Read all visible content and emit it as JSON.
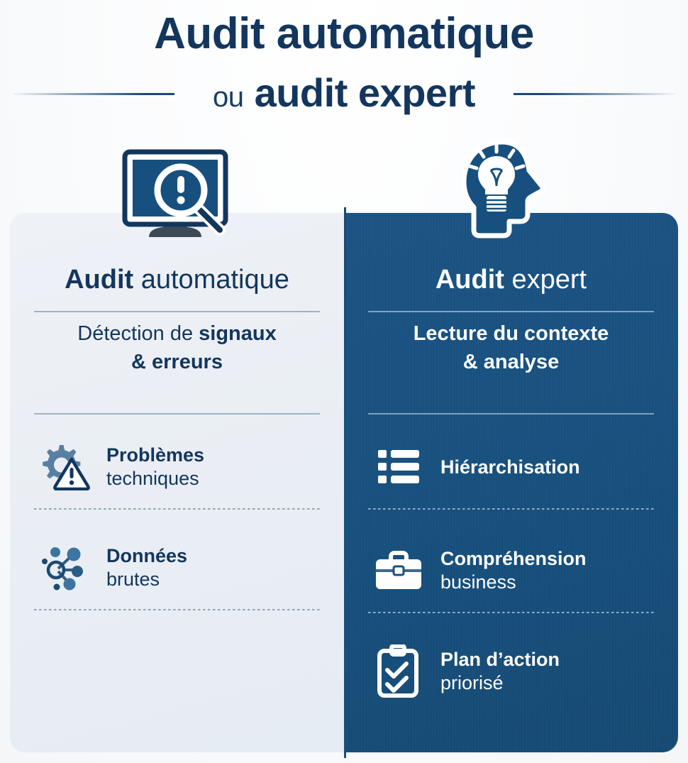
{
  "title": {
    "line1_strong": "Audit",
    "line1_light": "automatique",
    "line2_prefix": "ou",
    "line2_strong": "audit expert"
  },
  "colors": {
    "brand_dark": "#13365e",
    "panel_blue": "#17507e",
    "panel_light": "#e9eef4",
    "rule": "#1d4a74",
    "white": "#ffffff"
  },
  "panels": [
    {
      "id": "audit-automatique",
      "top_icon": "monitor-magnifier-alert-icon",
      "header_strong": "Audit",
      "header_light": "automatique",
      "subtitle_light": "Détection de ",
      "subtitle_strong": "signaux\n& erreurs",
      "subtitle_line1_light": "Détection de ",
      "subtitle_line1_strong": "signaux",
      "subtitle_line2_strong": "& erreurs",
      "features": [
        {
          "icon": "gear-warning-icon",
          "label_strong": "Problèmes",
          "label_light": "techniques"
        },
        {
          "icon": "data-nodes-icon",
          "label_strong": "Données",
          "label_light": "brutes"
        }
      ]
    },
    {
      "id": "audit-expert",
      "top_icon": "head-lightbulb-icon",
      "header_strong": "Audit",
      "header_light": "expert",
      "subtitle_line1_strong": "Lecture du contexte",
      "subtitle_line2_strong": "& analyse",
      "features": [
        {
          "icon": "list-hierarchy-icon",
          "label_strong": "Hiérarchisation",
          "label_light": ""
        },
        {
          "icon": "briefcase-icon",
          "label_strong": "Compréhension",
          "label_light": "business"
        },
        {
          "icon": "clipboard-checks-icon",
          "label_strong": "Plan d’action",
          "label_light": "priorisé"
        }
      ]
    }
  ]
}
